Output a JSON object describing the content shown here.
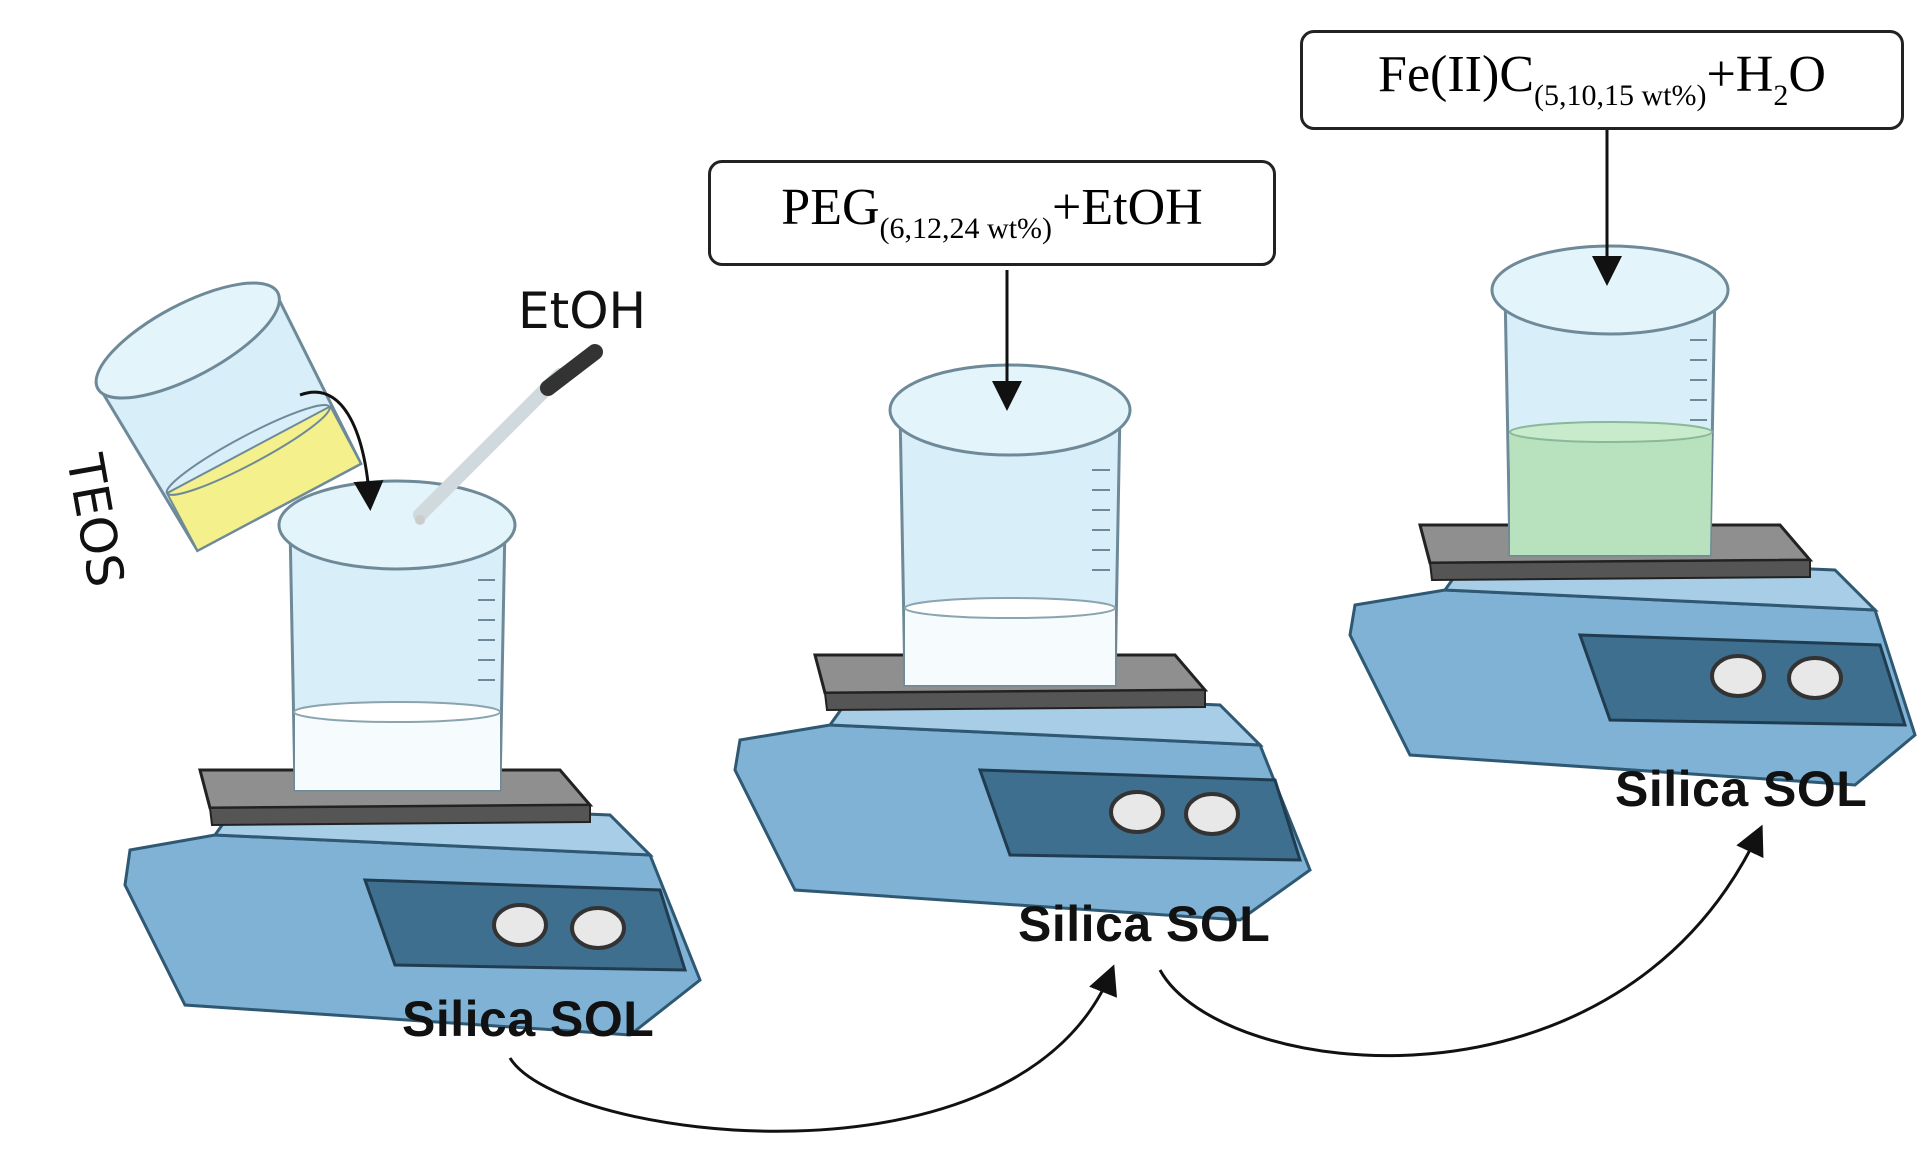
{
  "stage1": {
    "teos_label": "TEOS",
    "etoh_label": "EtOH",
    "product_label": "Silica SOL"
  },
  "stage2": {
    "reagent": {
      "main": "PEG",
      "sub": "(6,12,24 wt%)",
      "suffix": "+EtOH"
    },
    "product_label": "Silica SOL"
  },
  "stage3": {
    "reagent": {
      "main": "Fe(II)C",
      "sub": "(5,10,15 wt%)",
      "mid": "+H",
      "sub2": "2",
      "suffix": "O"
    },
    "product_label": "Silica SOL"
  },
  "colors": {
    "glass": "#d8eef8",
    "glass_outline": "#6e8a98",
    "teos_band": "#f4f08c",
    "liquid_clear": "#f6fbfd",
    "liquid_green": "#b7e2bd",
    "stirrer_body": "#7fb2d4",
    "stirrer_dark": "#3f6f8f",
    "plate": "#777777"
  }
}
